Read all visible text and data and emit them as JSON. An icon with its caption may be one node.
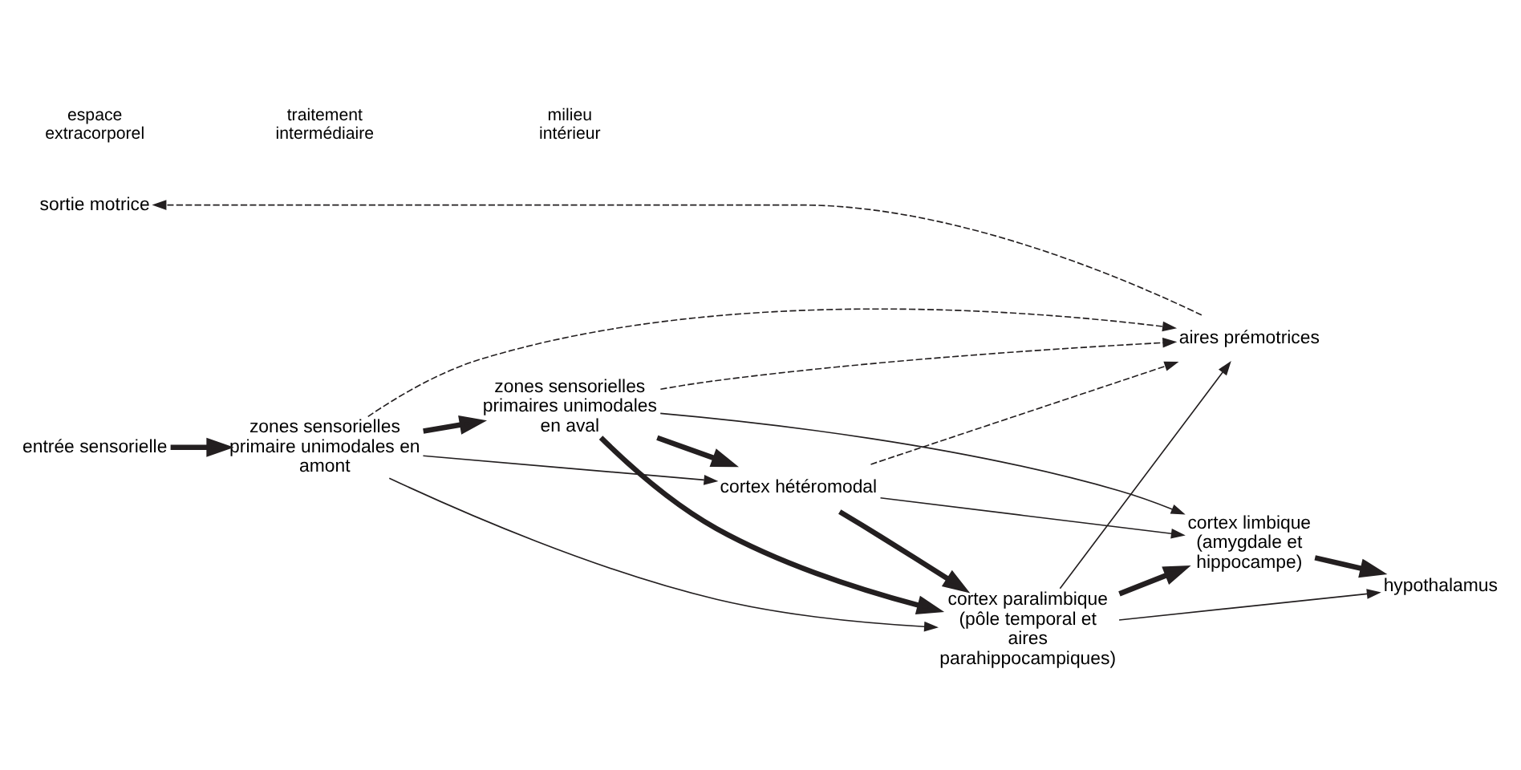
{
  "diagram": {
    "nodes": [
      {
        "text": [
          "entrée sensorielle"
        ]
      },
      {
        "text": [
          "zones sensorielles primaire unimodales en amont"
        ]
      },
      {
        "text": [
          "zones sensorielles primaires unimodales en aval"
        ]
      },
      {
        "text": [
          "cortex hétéromodal"
        ]
      },
      {
        "text": [
          "cortex limbique (amygdale et hippocampe)"
        ]
      },
      {
        "text": [
          "aires prémotrices"
        ]
      },
      {
        "text": [
          "cortex paralimbique (pôle temporal et aires parahippocampiques)"
        ]
      },
      {
        "text": [
          "hypothalamus"
        ]
      },
      {
        "text": [
          "sortie motrice"
        ]
      }
    ],
    "edges": [
      {
        "from": 0,
        "to": 1,
        "arrow": "to",
        "style": "thick"
      },
      {
        "from": 1,
        "to": 2,
        "arrow": "to",
        "style": "thick"
      },
      {
        "from": 1,
        "to": 3,
        "arrow": "to"
      },
      {
        "from": 1,
        "to": 6,
        "arrow": "to"
      },
      {
        "from": 1,
        "to": 5,
        "arrow": "to",
        "style": "dashed"
      },
      {
        "from": 2,
        "to": 5,
        "arrow": "to",
        "style": "dashed"
      },
      {
        "from": 2,
        "to": 4,
        "arrow": "to"
      },
      {
        "from": 2,
        "to": 3,
        "arrow": "to",
        "style": "thick"
      },
      {
        "from": 2,
        "to": 6,
        "arrow": "to",
        "style": "thick"
      },
      {
        "from": 3,
        "to": 4,
        "arrow": "to"
      },
      {
        "from": 3,
        "to": 6,
        "arrow": "to",
        "style": "thick"
      },
      {
        "from": 3,
        "to": 5,
        "arrow": "to",
        "style": "dashed"
      },
      {
        "from": 6,
        "to": 4,
        "arrow": "to",
        "style": "thick"
      },
      {
        "from": 4,
        "to": 7,
        "arrow": "to",
        "style": "thick"
      },
      {
        "from": 6,
        "to": 7,
        "arrow": "to"
      },
      {
        "from": 6,
        "to": 5,
        "arrow": "to"
      },
      {
        "from": 5,
        "to": 8,
        "arrow": "to",
        "style": "dashed"
      }
    ],
    "labels": [
      "espace extracorporel",
      "traitement intermédiaire",
      "milieu intérieur"
    ]
  }
}
